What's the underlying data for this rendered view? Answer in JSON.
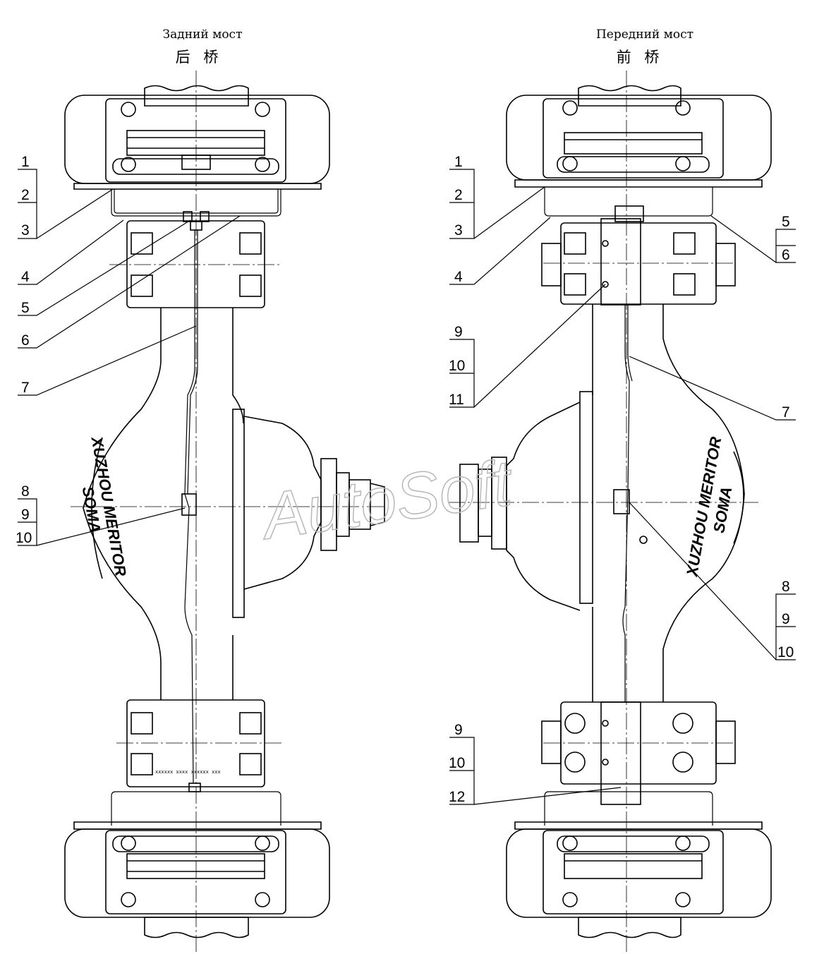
{
  "rear_axle": {
    "title_ru": "Задний мост",
    "title_cn": "后 桥",
    "callouts": [
      "1",
      "2",
      "3",
      "4",
      "5",
      "6",
      "7",
      "8",
      "9",
      "10"
    ],
    "logo": {
      "line1": "XUZHOU  MERITOR",
      "line2": "SOMA"
    }
  },
  "front_axle": {
    "title_ru": "Передний мост",
    "title_cn": "前 桥",
    "callouts_left": [
      "1",
      "2",
      "3",
      "4",
      "9",
      "10",
      "11",
      "9",
      "10",
      "12"
    ],
    "callouts_right": [
      "5",
      "6",
      "7",
      "8",
      "9",
      "10"
    ],
    "logo": {
      "line1": "XUZHOU  MERITOR",
      "line2": "SOMA"
    }
  },
  "plate_text": "xxxxxx  xxxx  xxxxxx  xxx",
  "watermark": "AutoSoft"
}
